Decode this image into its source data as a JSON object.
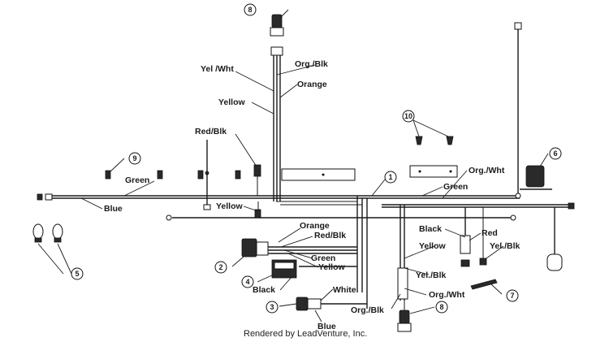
{
  "labels": {
    "yel_wht_top": "Yel /Wht",
    "org_blk_top": "Org./Blk",
    "orange_top": "Orange",
    "yellow_top": "Yellow",
    "red_blk_left": "Red/Blk",
    "green_left": "Green",
    "blue_left": "Blue",
    "yellow_mid": "Yellow",
    "org_wht_right": "Org./Wht",
    "green_right": "Green",
    "orange_mid": "Orange",
    "red_blk_mid": "Red/Blk",
    "green_mid": "Green",
    "yellow_lower": "Yellow",
    "black_lower": "Black",
    "white_lower": "White",
    "blue_lower": "Blue",
    "black_right": "Black",
    "red_right": "Red",
    "yellow_right": "Yellow",
    "yel_blk_right": "Yel./Blk",
    "yel_blk_mid": "Yel./Blk",
    "org_wht_lower": "Org./Wht",
    "org_blk_lower": "Org./Blk"
  },
  "callouts": {
    "c1": "1",
    "c2": "2",
    "c3": "3",
    "c4": "4",
    "c5": "5",
    "c6": "6",
    "c7": "7",
    "c8a": "8",
    "c8b": "8",
    "c9": "9",
    "c10": "10"
  },
  "credit": "Rendered by LeadVenture, Inc."
}
